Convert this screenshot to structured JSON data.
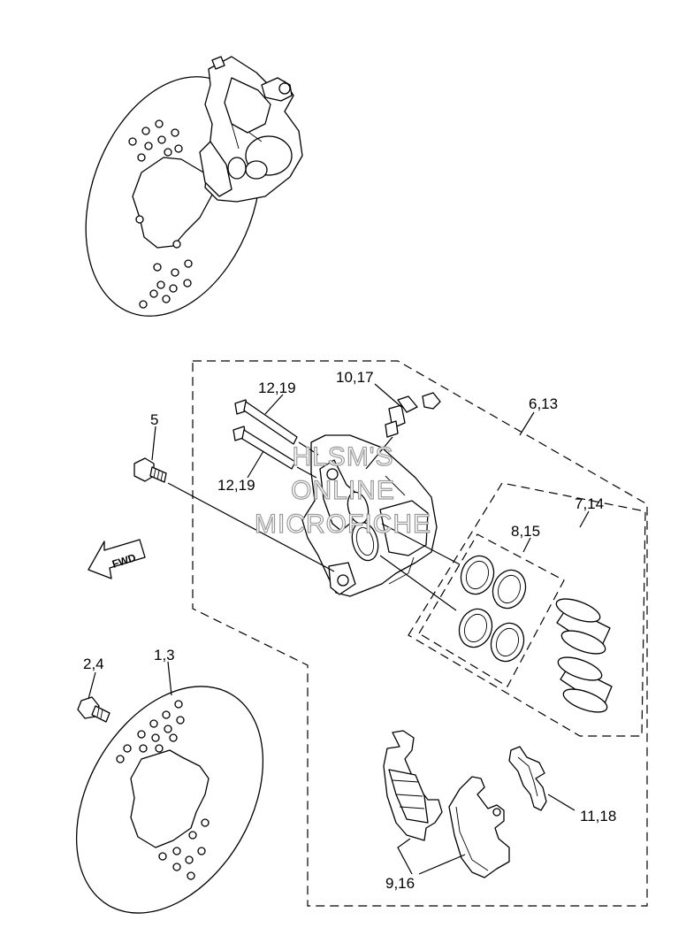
{
  "diagram": {
    "callouts": {
      "c5": "5",
      "c12_19_top": "12,19",
      "c12_19_bottom": "12,19",
      "c10_17": "10,17",
      "c6_13": "6,13",
      "c7_14": "7,14",
      "c8_15": "8,15",
      "c2_4": "2,4",
      "c1_3": "1,3",
      "c11_18": "11,18",
      "c9_16": "9,16"
    },
    "fwd_label": "FWD",
    "watermark": {
      "line1": "HLSM'S",
      "line2": "ONLINE",
      "line3": "MICROFICHE"
    }
  }
}
